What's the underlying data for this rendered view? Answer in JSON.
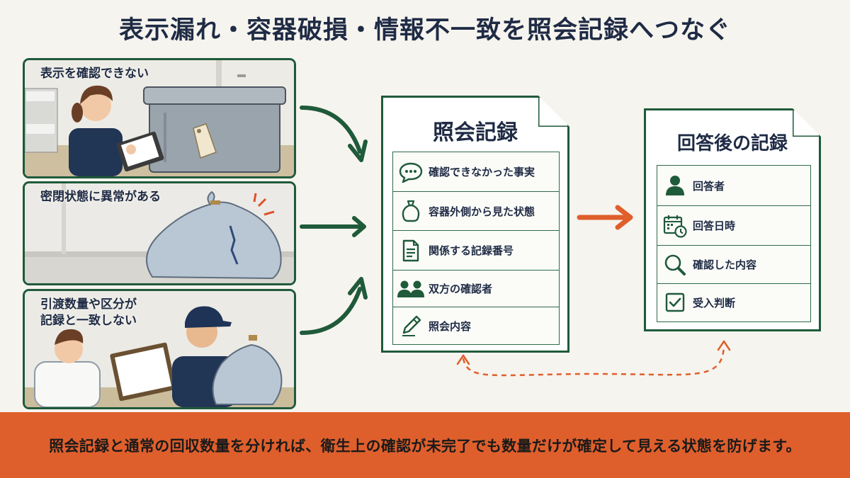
{
  "title": "表示漏れ・容器破損・情報不一致を照会記録へつなぐ",
  "panels": [
    {
      "label": "表示を確認できない"
    },
    {
      "label": "密閉状態に異常がある"
    },
    {
      "label": "引渡数量や区分が\n記録と一致しない"
    }
  ],
  "inquiry_record": {
    "title": "照会記録",
    "items": [
      {
        "icon": "speech-bubble-icon",
        "label": "確認できなかった事実"
      },
      {
        "icon": "bag-icon",
        "label": "容器外側から見た状態"
      },
      {
        "icon": "document-icon",
        "label": "関係する記録番号"
      },
      {
        "icon": "people-icon",
        "label": "双方の確認者"
      },
      {
        "icon": "pencil-icon",
        "label": "照会内容"
      }
    ]
  },
  "response_record": {
    "title": "回答後の記録",
    "items": [
      {
        "icon": "person-icon",
        "label": "回答者"
      },
      {
        "icon": "calendar-clock-icon",
        "label": "回答日時"
      },
      {
        "icon": "magnifier-icon",
        "label": "確認した内容"
      },
      {
        "icon": "checkbox-icon",
        "label": "受入判断"
      }
    ]
  },
  "footer": "照会記録と通常の回収数量を分ければ、衛生上の確認が未完了でも数量だけが確定して見える状態を防げます。",
  "colors": {
    "frame_green": "#1f5a3a",
    "accent_orange": "#df5f2c",
    "text_navy": "#1f2b45",
    "background": "#f6f4ee"
  }
}
